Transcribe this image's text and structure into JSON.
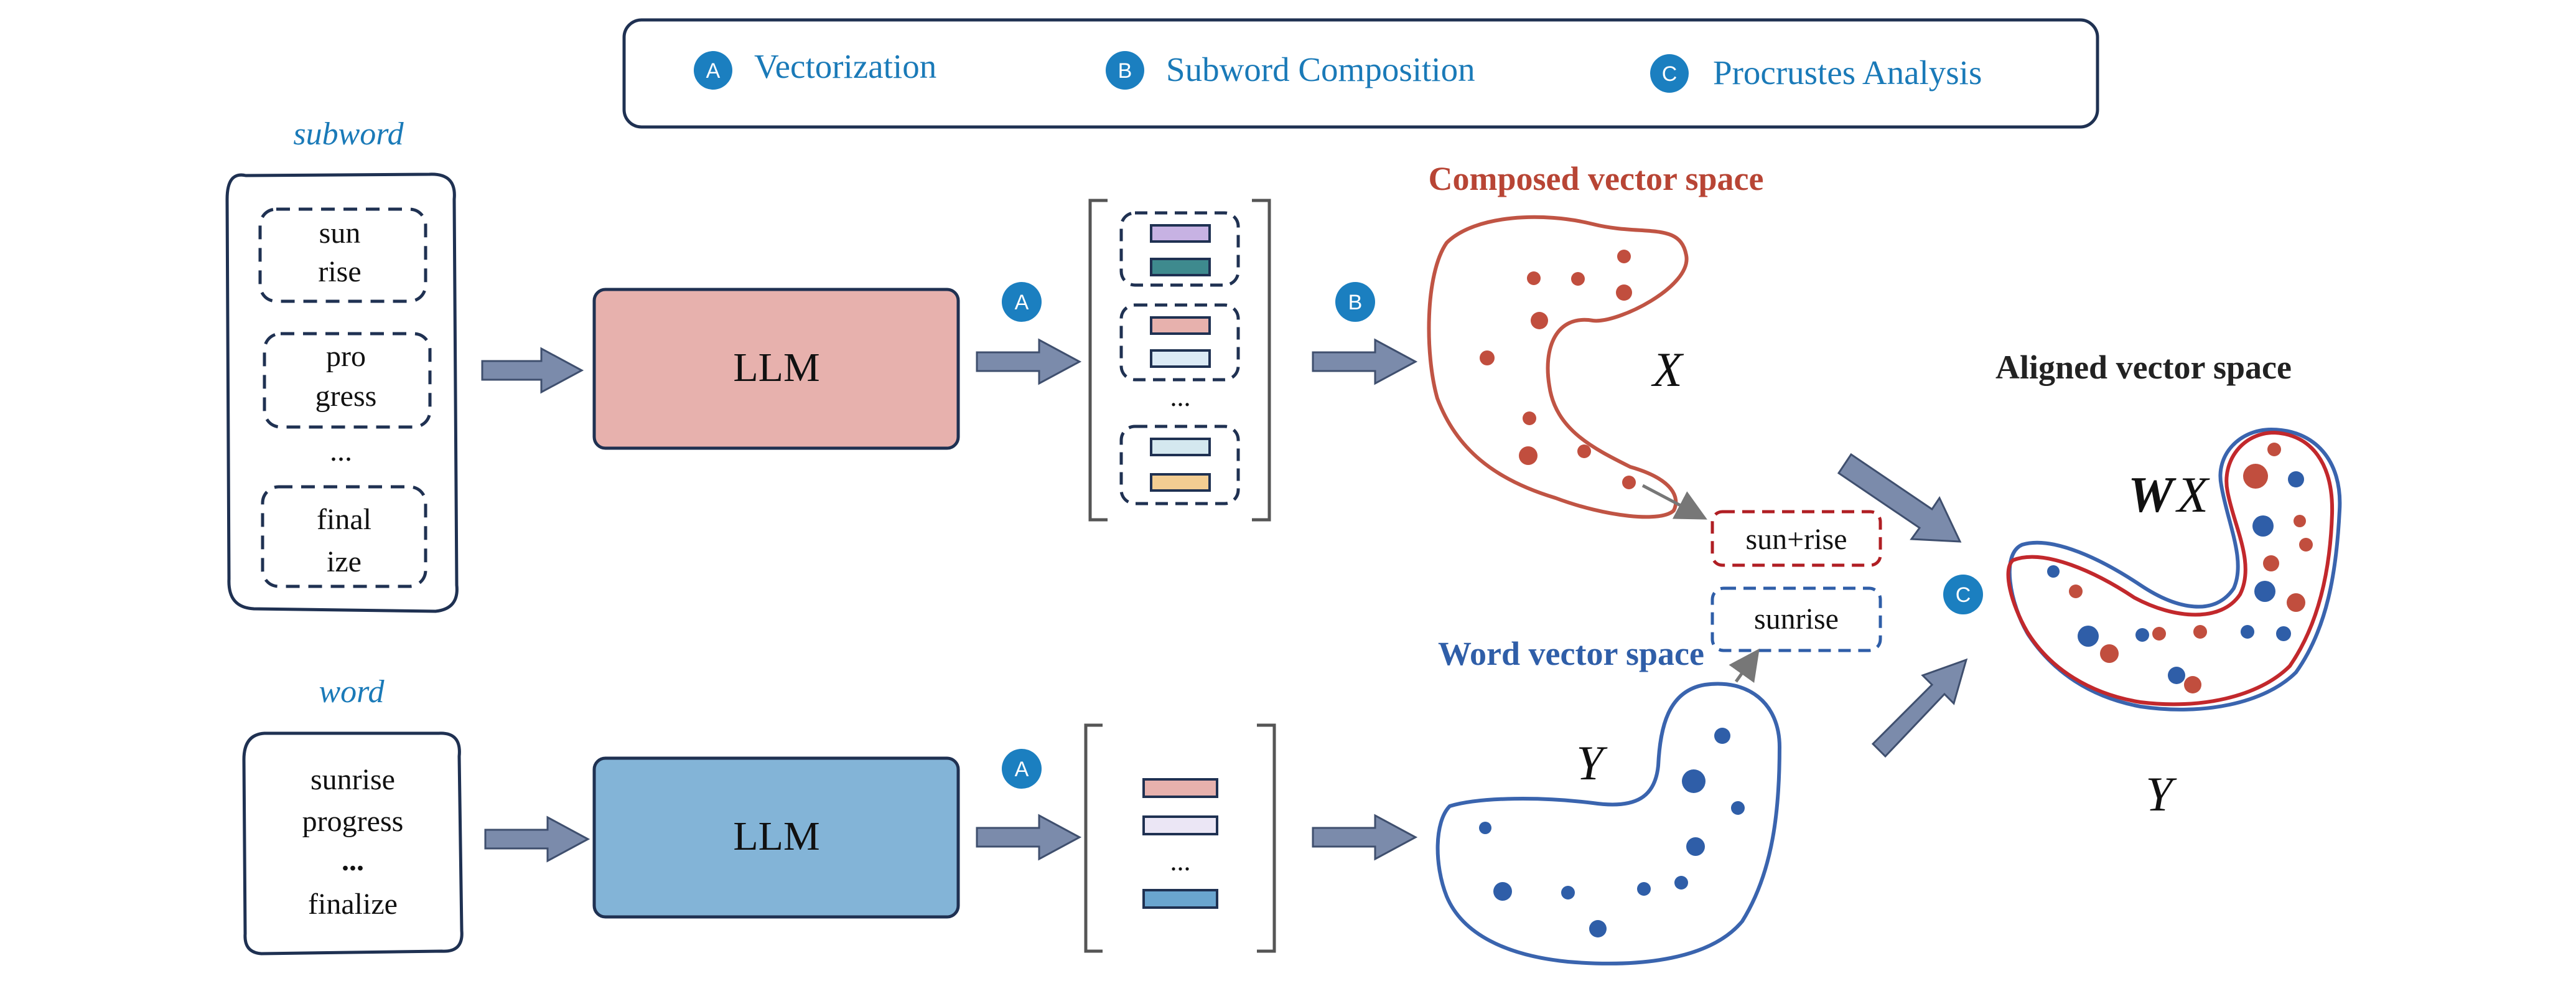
{
  "colors": {
    "teal_blue": "#1a7ab8",
    "badge_blue": "#1b7fc0",
    "navy": "#1f3152",
    "red": "#b84535",
    "dark_red": "#b01e23",
    "blue_dot": "#2f5ea8",
    "arrow_gray": "#7b8bab",
    "llm_pink": "#e7b1ad",
    "llm_blue": "#83b4d7"
  },
  "legend": {
    "items": [
      {
        "badge": "A",
        "label": "Vectorization"
      },
      {
        "badge": "B",
        "label": "Subword Composition"
      },
      {
        "badge": "C",
        "label": "Procrustes Analysis"
      }
    ]
  },
  "subword_panel": {
    "heading": "subword",
    "groups": [
      {
        "lines": [
          "sun",
          "rise"
        ]
      },
      {
        "lines": [
          "pro",
          "gress"
        ]
      },
      {
        "lines": [
          "final",
          "ize"
        ]
      }
    ],
    "ellipsis": "..."
  },
  "word_panel": {
    "heading": "word",
    "lines": [
      "sunrise",
      "progress",
      "...",
      "finalize"
    ]
  },
  "llm_top": {
    "label": "LLM"
  },
  "llm_bottom": {
    "label": "LLM"
  },
  "badges": {
    "a_top": "A",
    "b_top": "B",
    "a_bottom": "A",
    "c_mid": "C"
  },
  "vectors_top": {
    "ellipsis": "..."
  },
  "vectors_bottom": {
    "ellipsis": "..."
  },
  "composed_space": {
    "title": "Composed vector space",
    "symbol": "X"
  },
  "word_space": {
    "title": "Word vector space",
    "symbol": "Y"
  },
  "aligned_space": {
    "title": "Aligned vector space",
    "bold_symbol": "W",
    "symbol": "X",
    "below_symbol": "Y"
  },
  "tokens": {
    "composed": "sun+rise",
    "word": "sunrise"
  }
}
